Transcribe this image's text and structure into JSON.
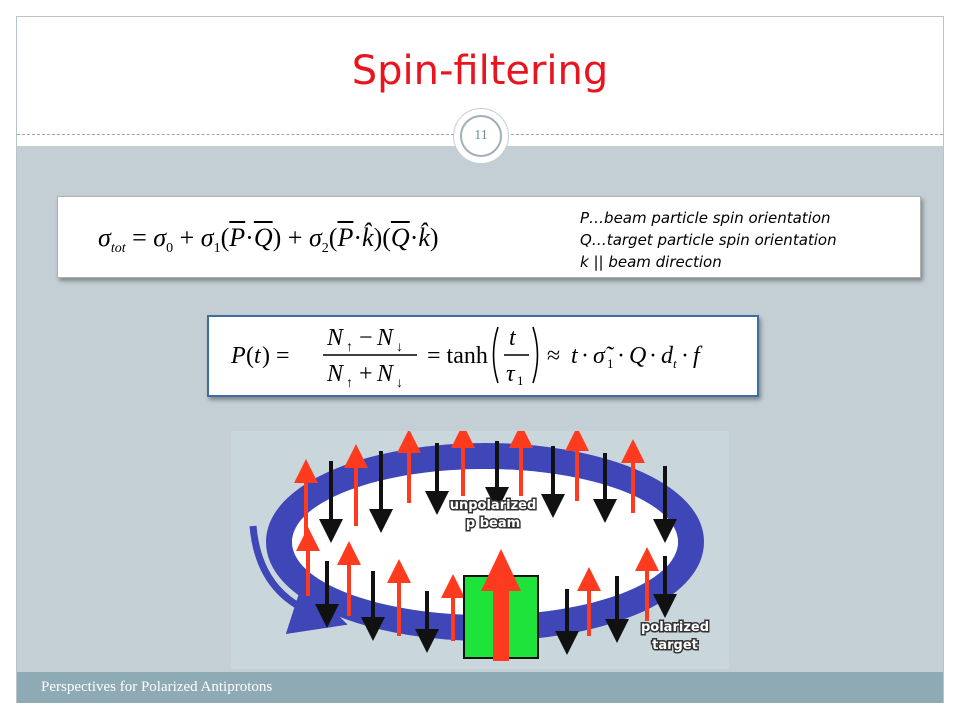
{
  "slide": {
    "title": "Spin-filtering",
    "page_number": "11",
    "footer": "Perspectives for Polarized Antiprotons"
  },
  "formula1": {
    "legend": [
      "P…beam particle spin orientation",
      "Q…target particle spin orientation",
      "k  || beam direction"
    ]
  },
  "diagram": {
    "label_beam_line1": "unpolarized",
    "label_beam_line2": "p beam",
    "label_target_line1": "polarized",
    "label_target_line2": "target"
  },
  "colors": {
    "title": "#e8141e",
    "ring": "#3f47b8",
    "spin_up": "#ff3b1f",
    "spin_down": "#111111",
    "target": "#1ee33a",
    "footer_bar": "#8eaab4",
    "background": "#c3cfd5"
  }
}
